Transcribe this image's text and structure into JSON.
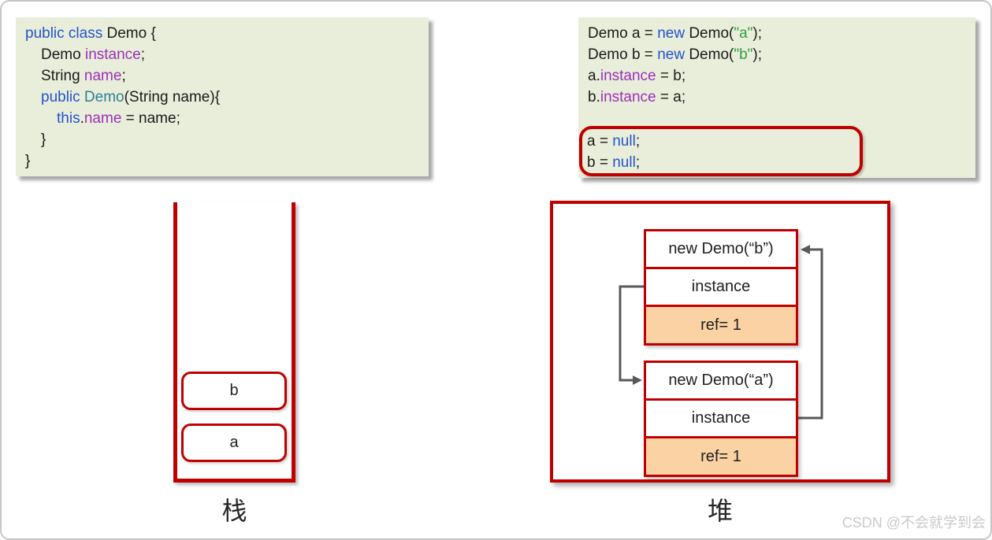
{
  "code_left": {
    "lines": [
      {
        "indent": 0,
        "tokens": [
          {
            "t": "public class ",
            "c": "kw"
          },
          {
            "t": "Demo {",
            "c": "pl"
          }
        ]
      },
      {
        "indent": 1,
        "tokens": [
          {
            "t": "Demo ",
            "c": "pl"
          },
          {
            "t": "instance",
            "c": "fld"
          },
          {
            "t": ";",
            "c": "pl"
          }
        ]
      },
      {
        "indent": 1,
        "tokens": [
          {
            "t": "String ",
            "c": "pl"
          },
          {
            "t": "name",
            "c": "fld"
          },
          {
            "t": ";",
            "c": "pl"
          }
        ]
      },
      {
        "indent": 1,
        "tokens": [
          {
            "t": "public ",
            "c": "kw"
          },
          {
            "t": "Demo",
            "c": "ty"
          },
          {
            "t": "(String name){",
            "c": "pl"
          }
        ]
      },
      {
        "indent": 2,
        "tokens": [
          {
            "t": "this",
            "c": "kw"
          },
          {
            "t": ".",
            "c": "pl"
          },
          {
            "t": "name",
            "c": "fld"
          },
          {
            "t": " = name;",
            "c": "pl"
          }
        ]
      },
      {
        "indent": 1,
        "tokens": [
          {
            "t": "}",
            "c": "pl"
          }
        ]
      },
      {
        "indent": 0,
        "tokens": [
          {
            "t": "}",
            "c": "pl"
          }
        ]
      }
    ]
  },
  "code_right": {
    "lines": [
      {
        "indent": 0,
        "tokens": [
          {
            "t": "Demo a = ",
            "c": "pl"
          },
          {
            "t": "new",
            "c": "kw"
          },
          {
            "t": " Demo(",
            "c": "pl"
          },
          {
            "t": "\"a\"",
            "c": "str"
          },
          {
            "t": ");",
            "c": "pl"
          }
        ]
      },
      {
        "indent": 0,
        "tokens": [
          {
            "t": "Demo b = ",
            "c": "pl"
          },
          {
            "t": "new",
            "c": "kw"
          },
          {
            "t": " Demo(",
            "c": "pl"
          },
          {
            "t": "\"b\"",
            "c": "str"
          },
          {
            "t": ");",
            "c": "pl"
          }
        ]
      },
      {
        "indent": 0,
        "tokens": [
          {
            "t": "a.",
            "c": "pl"
          },
          {
            "t": "instance",
            "c": "fld"
          },
          {
            "t": " = b;",
            "c": "pl"
          }
        ]
      },
      {
        "indent": 0,
        "tokens": [
          {
            "t": "b.",
            "c": "pl"
          },
          {
            "t": "instance",
            "c": "fld"
          },
          {
            "t": " = a;",
            "c": "pl"
          }
        ]
      }
    ],
    "boxed_lines": [
      {
        "indent": 0,
        "tokens": [
          {
            "t": "a = ",
            "c": "pl"
          },
          {
            "t": "null",
            "c": "kw"
          },
          {
            "t": ";",
            "c": "pl"
          }
        ]
      },
      {
        "indent": 0,
        "tokens": [
          {
            "t": "b = ",
            "c": "pl"
          },
          {
            "t": "null",
            "c": "kw"
          },
          {
            "t": ";",
            "c": "pl"
          }
        ]
      }
    ]
  },
  "stack": {
    "label": "栈",
    "slots": [
      "b",
      "a"
    ]
  },
  "heap": {
    "label": "堆",
    "objects": [
      {
        "title": "new Demo(“b”)",
        "field": "instance",
        "ref": "ref= 1"
      },
      {
        "title": "new Demo(“a”)",
        "field": "instance",
        "ref": "ref= 1"
      }
    ]
  },
  "colors": {
    "accent_red": "#c00000",
    "code_bg": "#e9eedb",
    "ref_bg": "#fbd2a4",
    "arrow_gray": "#58595b"
  },
  "watermark": "CSDN @不会就学到会"
}
